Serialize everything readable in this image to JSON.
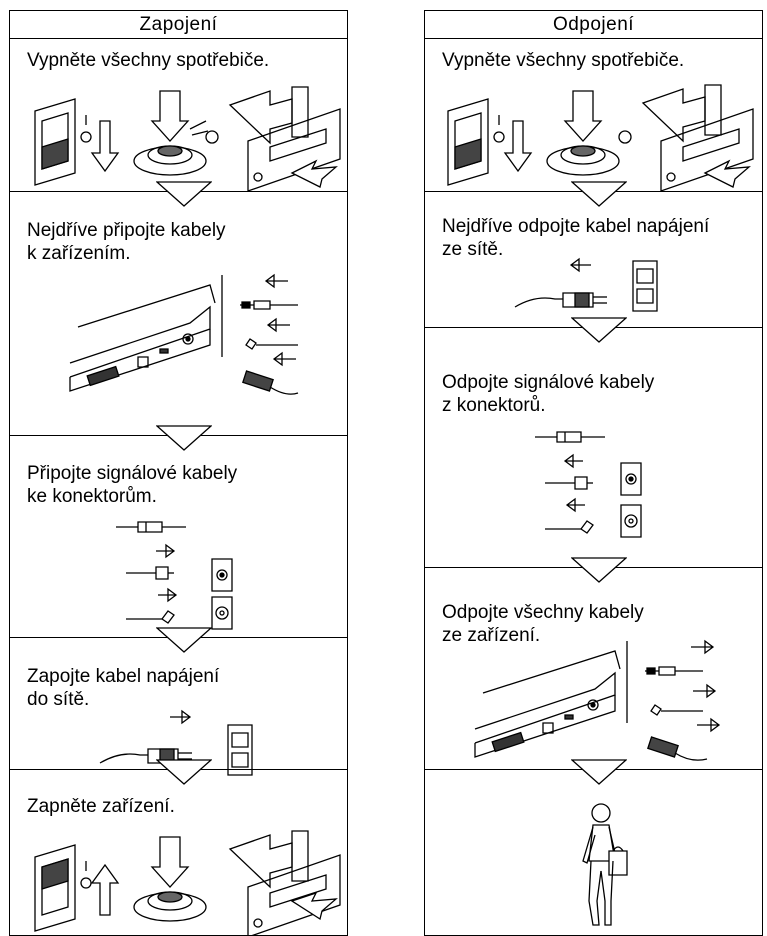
{
  "left": {
    "title": "Zapojení",
    "steps": [
      {
        "text": "Vypněte všechny spotřebiče.",
        "icon": "switches-off-icon"
      },
      {
        "text": "Nejdříve připojte kabely\nk zařízením.",
        "icon": "laptop-cables-icon"
      },
      {
        "text": "Připojte signálové kabely\nke konektorům.",
        "icon": "signal-cables-icon"
      },
      {
        "text": "Zapojte kabel napájení\ndo sítě.",
        "icon": "power-plug-icon"
      },
      {
        "text": "Zapněte zařízení.",
        "icon": "switches-on-icon"
      }
    ]
  },
  "right": {
    "title": "Odpojení",
    "steps": [
      {
        "text": "Vypněte všechny spotřebiče.",
        "icon": "switches-off-icon"
      },
      {
        "text": "Nejdříve odpojte kabel napájení\nze sítě.",
        "icon": "power-unplug-icon"
      },
      {
        "text": "Odpojte signálové kabely\nz konektorů.",
        "icon": "signal-cables-icon"
      },
      {
        "text": "Odpojte všechny kabely\nze zařízení.",
        "icon": "laptop-cables-icon"
      },
      {
        "text": "",
        "icon": "person-with-bag-icon"
      }
    ]
  }
}
